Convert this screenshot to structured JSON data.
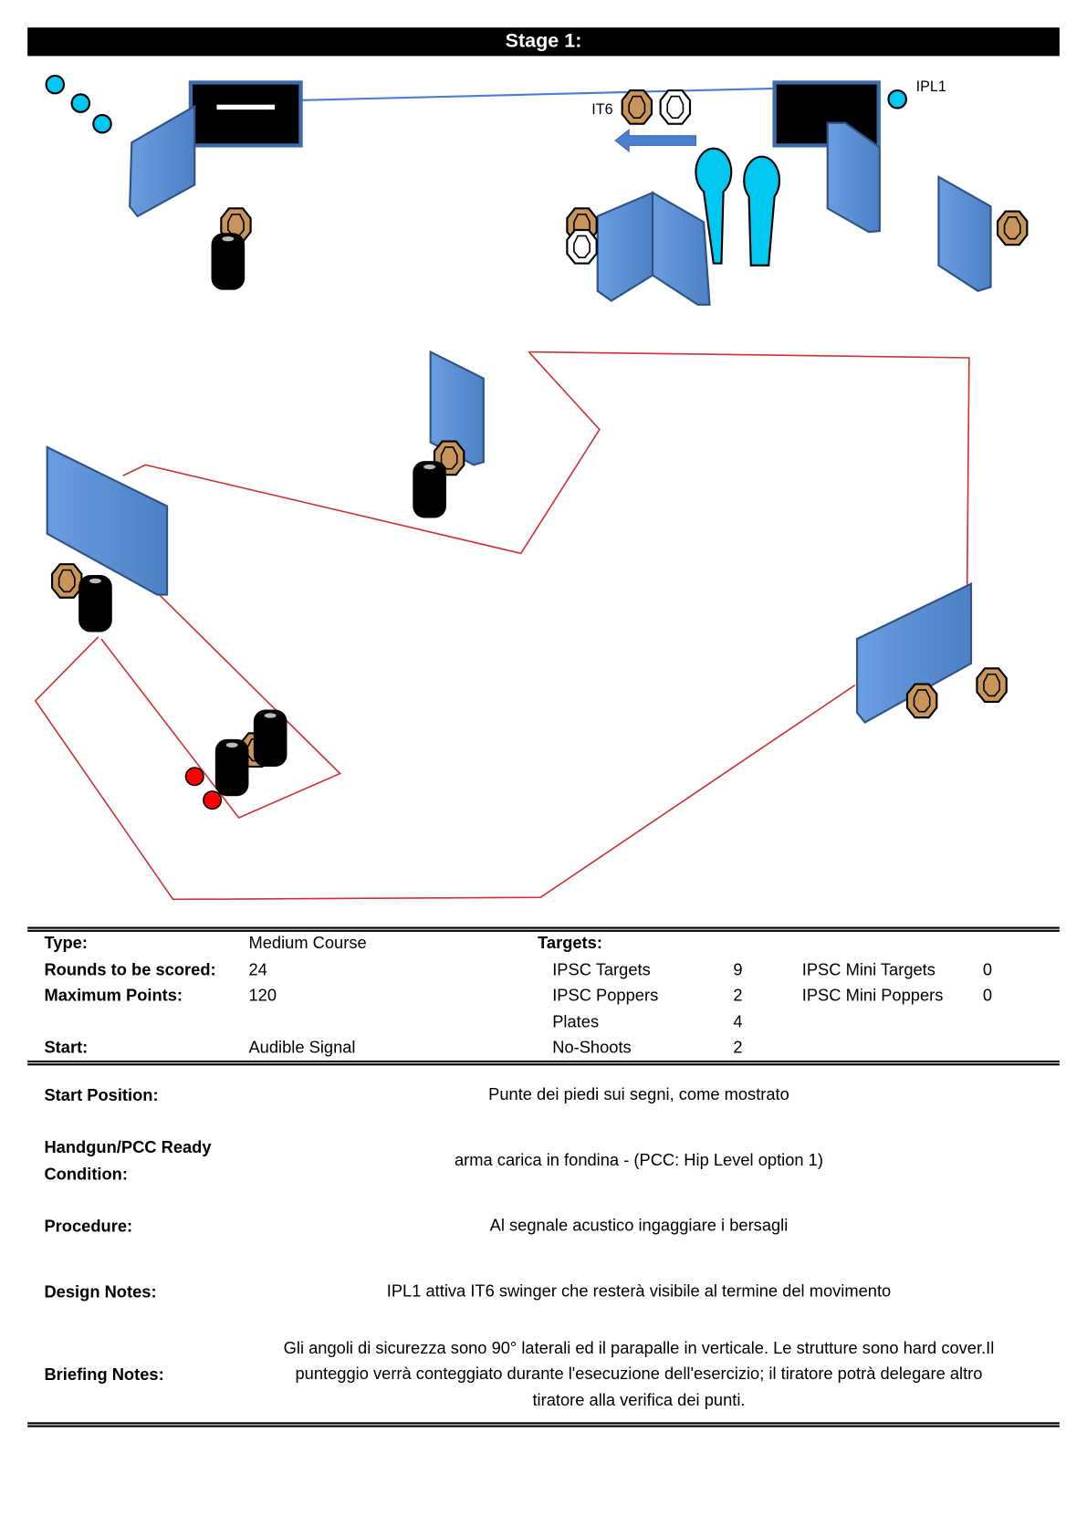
{
  "title": "Stage 1:",
  "diagram_labels": {
    "activator": "IPL1",
    "swinger": "IT6"
  },
  "summary": {
    "type_label": "Type:",
    "type_value": "Medium Course",
    "rounds_label": "Rounds to be scored:",
    "rounds_value": "24",
    "max_points_label": "Maximum Points:",
    "max_points_value": "120",
    "start_label": "Start:",
    "start_value": "Audible Signal",
    "targets_label": "Targets:",
    "targets": [
      {
        "name": "IPSC Targets",
        "count": "9"
      },
      {
        "name": "IPSC Poppers",
        "count": "2"
      },
      {
        "name": "Plates",
        "count": "4"
      },
      {
        "name": "No-Shoots",
        "count": "2"
      }
    ],
    "mini_targets": [
      {
        "name": "IPSC Mini Targets",
        "count": "0"
      },
      {
        "name": "IPSC Mini Poppers",
        "count": "0"
      }
    ]
  },
  "notes": {
    "start_position_label": "Start Position:",
    "start_position": "Punte dei piedi sui segni, come mostrato",
    "ready_label_1": "Handgun/PCC Ready",
    "ready_label_2": "Condition:",
    "ready": "arma carica in fondina - (PCC: Hip Level option 1)",
    "procedure_label": "Procedure:",
    "procedure": "Al segnale acustico ingaggiare i bersagli",
    "design_label": "Design Notes:",
    "design": "IPL1 attiva IT6 swinger che resterà visibile al termine del movimento",
    "briefing_label": "Briefing Notes:",
    "briefing_1": "Gli angoli di sicurezza sono 90° laterali ed il parapalle in verticale. Le strutture sono hard cover.Il",
    "briefing_2": "punteggio verrà conteggiato durante l'esecuzione dell'esercizio; il tiratore potrà delegare altro",
    "briefing_3": "tiratore alla verifica  dei punti."
  },
  "colors": {
    "wall": "#5b8fd6",
    "plate": "#00c8f0",
    "target": "#c8965a",
    "fault": "#cc3333",
    "start": "#ff0000"
  }
}
